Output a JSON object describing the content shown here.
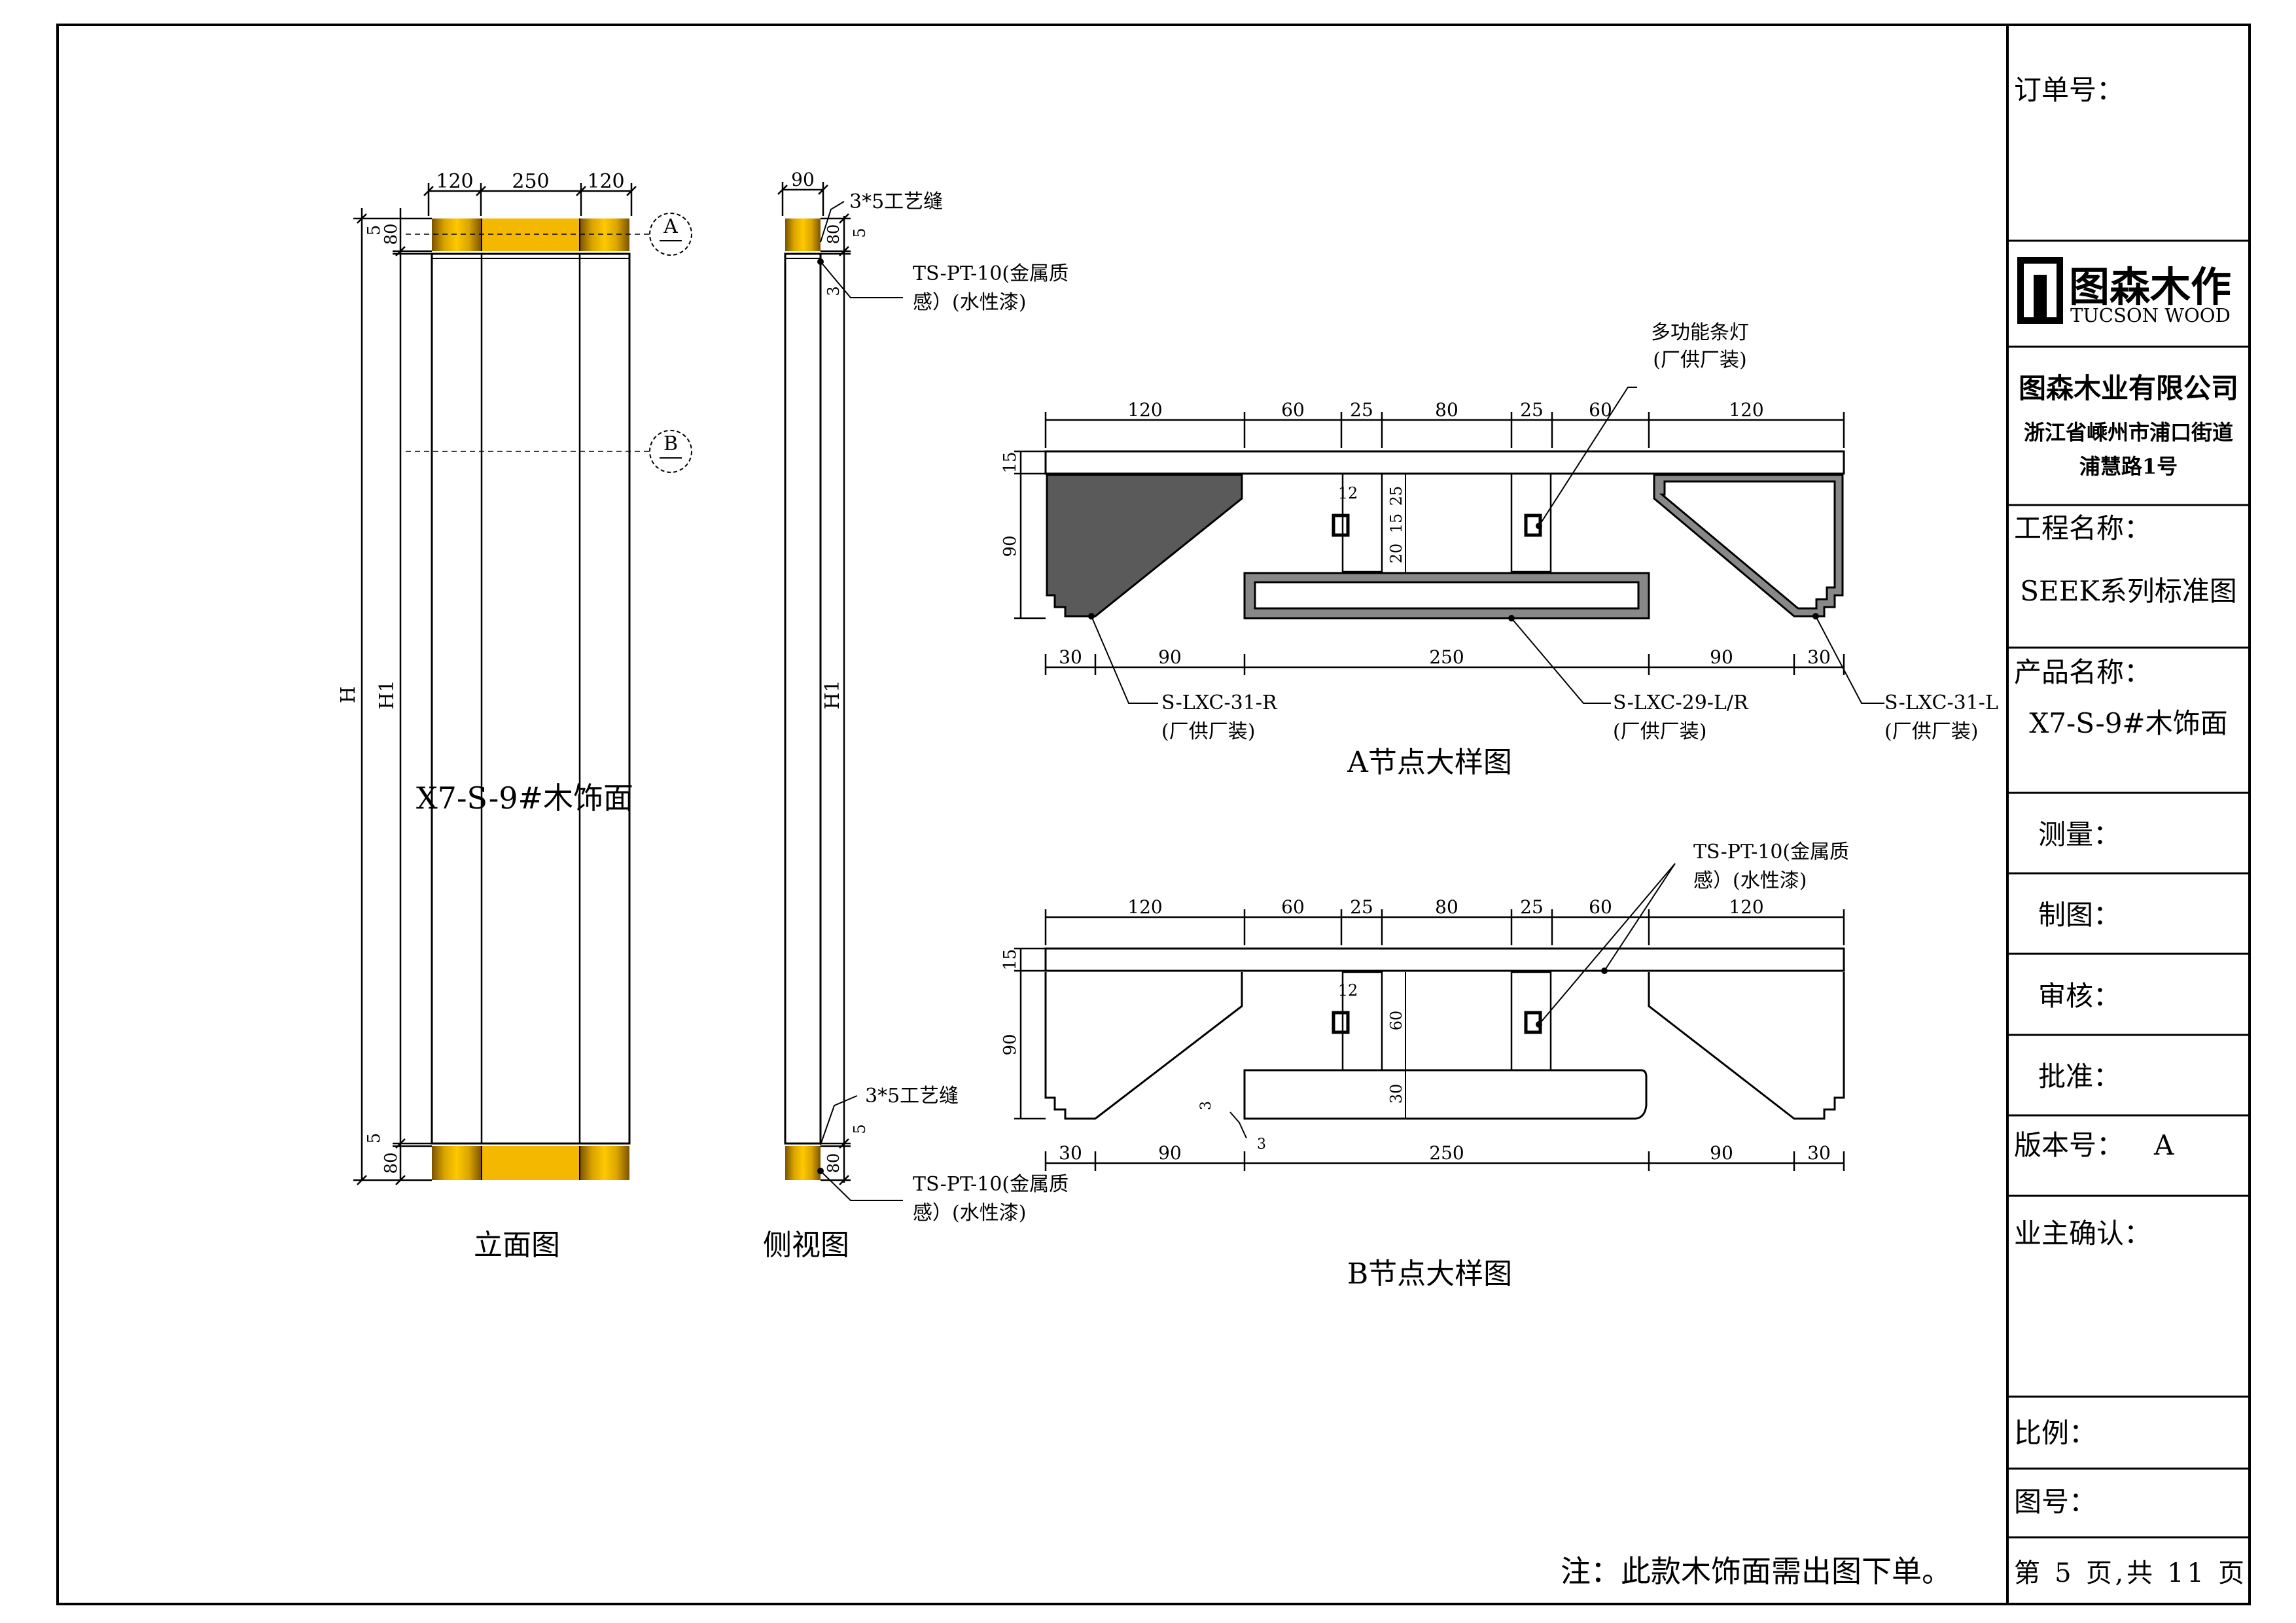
{
  "title_block": {
    "order_no_label": "订单号：",
    "brand_cn": "图森木作",
    "brand_en": "TUCSON WOOD",
    "company": "图森木业有限公司",
    "address_line1": "浙江省嵊州市浦口街道",
    "address_line2": "浦慧路1号",
    "project_label": "工程名称：",
    "project_value": "SEEK系列标准图",
    "product_label": "产品名称：",
    "product_value": "X7-S-9#木饰面",
    "measure_label": "测量：",
    "draw_label": "制图：",
    "review_label": "审核：",
    "approve_label": "批准：",
    "version_label": "版本号：",
    "version_value": "A",
    "owner_label": "业主确认：",
    "scale_label": "比例：",
    "drawing_no_label": "图号：",
    "page_text": "第 5 页,共 11 页"
  },
  "footer_note": "注：此款木饰面需出图下单。",
  "colors": {
    "frame": "#000000",
    "gold": "#d9a400",
    "gold_dark": "#9a6b00",
    "dark_fill": "#5a5a5a"
  },
  "elevation": {
    "caption": "立面图",
    "panel_label": "X7-S-9#木饰面",
    "dim_top": [
      "120",
      "250",
      "120"
    ],
    "dim_right": [
      "5",
      "80"
    ],
    "dim_bottom": [
      "5",
      "80"
    ],
    "height_h": "H",
    "height_h1": "H1",
    "marker_a": "A",
    "marker_b": "B"
  },
  "side_view": {
    "caption": "侧视图",
    "dim_top": "90",
    "dim_80_top": "80",
    "dim_5_top": "5",
    "dim_3": "3",
    "dim_5_bottom": "5",
    "dim_80_bottom": "80",
    "height_h1": "H1",
    "gap_note_top": "3*5工艺缝",
    "gap_note_bottom": "3*5工艺缝",
    "finish_top_1": "TS-PT-10(金属质",
    "finish_top_2": "感）(水性漆)",
    "finish_bottom_1": "TS-PT-10(金属质",
    "finish_bottom_2": "感）(水性漆)"
  },
  "detail_a": {
    "caption": "A节点大样图",
    "top_dims": [
      "120",
      "60",
      "25",
      "80",
      "25",
      "60",
      "120"
    ],
    "bottom_dims": [
      "30",
      "90",
      "250",
      "90",
      "30"
    ],
    "left_dims": [
      "15",
      "90"
    ],
    "inner_dims": [
      "12",
      "25",
      "15",
      "20"
    ],
    "light_note_1": "多功能条灯",
    "light_note_2": "(厂供厂装)",
    "left_profile": "S-LXC-31-R",
    "center_profile": "S-LXC-29-L/R",
    "right_profile": "S-LXC-31-L",
    "supplied_note": "(厂供厂装)"
  },
  "detail_b": {
    "caption": "B节点大样图",
    "top_dims": [
      "120",
      "60",
      "25",
      "80",
      "25",
      "60",
      "120"
    ],
    "bottom_dims": [
      "30",
      "90",
      "250",
      "90",
      "30"
    ],
    "left_dims": [
      "15",
      "90"
    ],
    "inner_dims": [
      "12",
      "60",
      "30",
      "3",
      "3"
    ],
    "finish_1": "TS-PT-10(金属质",
    "finish_2": "感）(水性漆)"
  }
}
